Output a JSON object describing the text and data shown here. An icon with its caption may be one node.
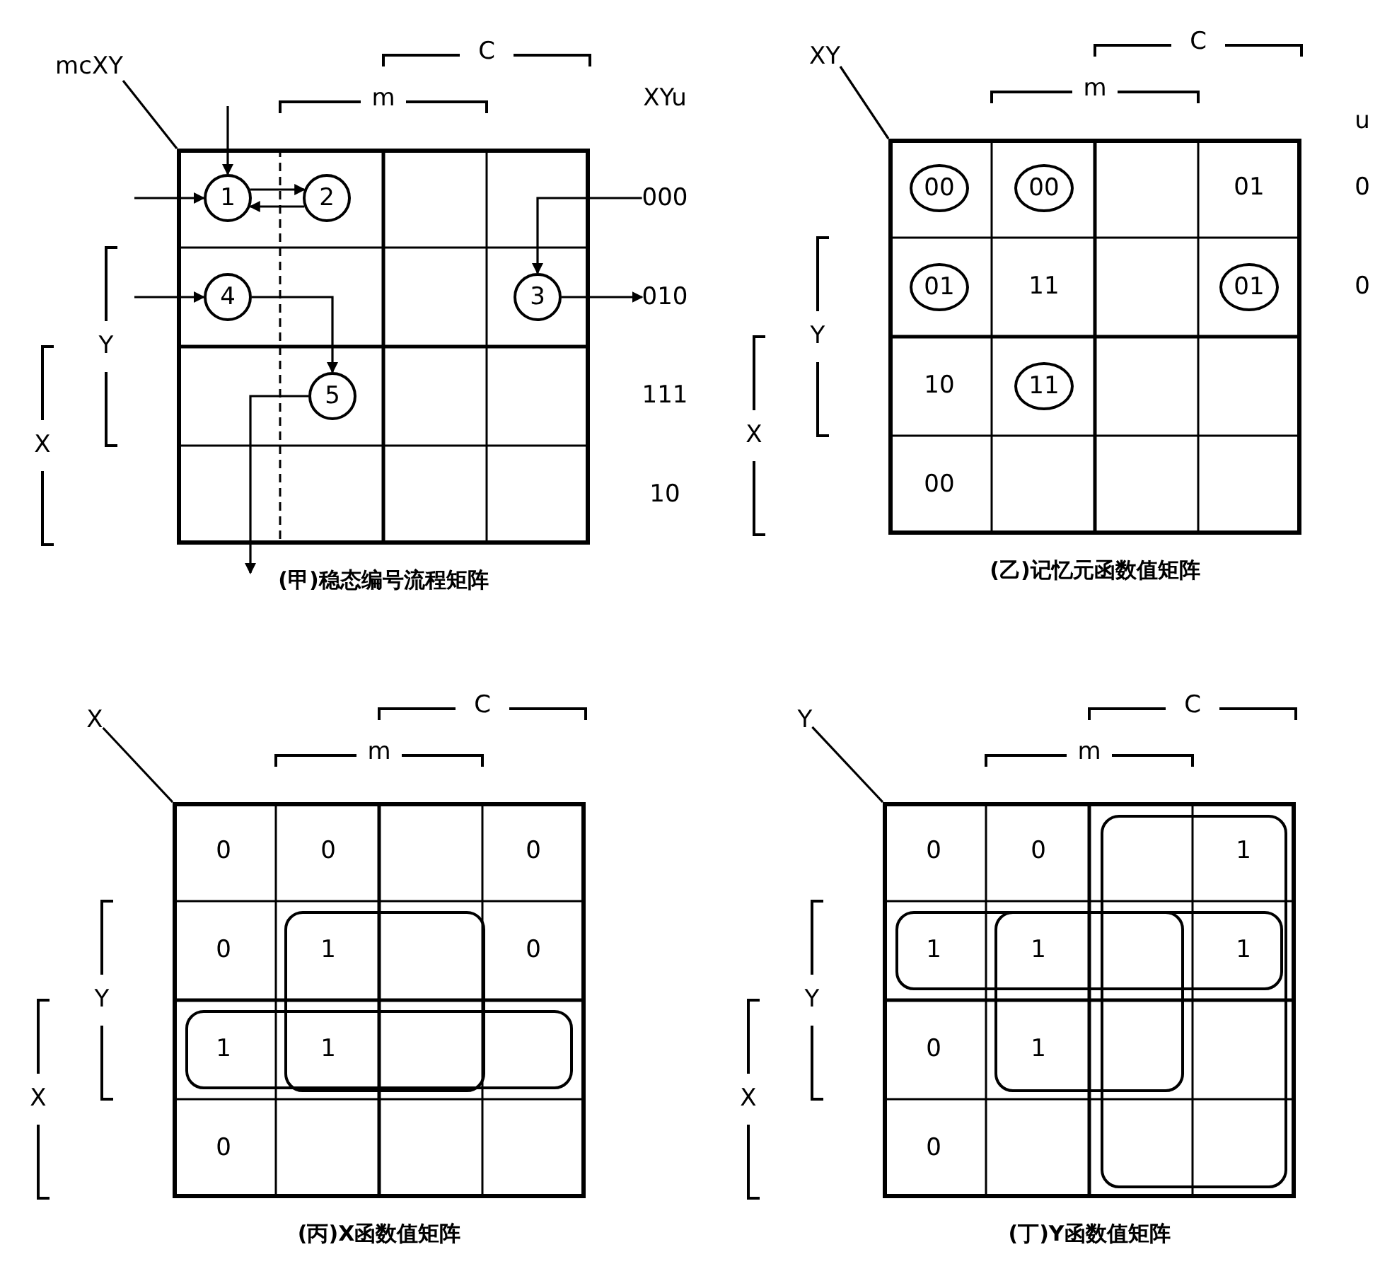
{
  "diagram": {
    "nodes": [
      {
        "text": [],
        "shape": "box"
      },
      {
        "text": [
          "mcXY"
        ]
      },
      {
        "text": [
          "1"
        ],
        "in": 0
      },
      {
        "text": [
          "2"
        ],
        "in": 0
      },
      {
        "text": [
          "3"
        ],
        "in": 0
      },
      {
        "text": [
          "4"
        ],
        "in": 0
      },
      {
        "text": [
          "5"
        ],
        "in": 0
      },
      {
        "text": [
          "000"
        ]
      },
      {
        "text": [
          "010"
        ]
      },
      {
        "text": [],
        "shape": "box"
      },
      {
        "text": [
          "XY"
        ]
      },
      {
        "text": [
          "00"
        ],
        "in": 9
      },
      {
        "text": [
          "00"
        ],
        "in": 9
      },
      {
        "text": [
          "01"
        ],
        "in": 9
      },
      {
        "text": [
          "01"
        ],
        "in": 9
      },
      {
        "text": [
          "11"
        ],
        "in": 9
      },
      {
        "text": [],
        "shape": "box"
      },
      {
        "text": [
          "X"
        ]
      },
      {
        "text": [],
        "shape": "box"
      },
      {
        "text": [
          "Y"
        ]
      }
    ],
    "edges": [
      {
        "from": null,
        "to": 2,
        "arrow": "to"
      },
      {
        "from": null,
        "to": 2,
        "arrow": "to"
      },
      {
        "from": 2,
        "to": 3,
        "arrow": "to"
      },
      {
        "from": 3,
        "to": 2,
        "arrow": "to"
      },
      {
        "from": 7,
        "to": 4,
        "arrow": "to"
      },
      {
        "from": 4,
        "to": 8,
        "arrow": "to"
      },
      {
        "from": null,
        "to": 5,
        "arrow": "to"
      },
      {
        "from": 5,
        "to": 6,
        "arrow": "to"
      },
      {
        "from": 6,
        "to": null,
        "arrow": "to"
      },
      {
        "from": 1,
        "to": 0,
        "arrow": "none"
      },
      {
        "from": 10,
        "to": 9,
        "arrow": "none"
      },
      {
        "from": 17,
        "to": 16,
        "arrow": "none"
      },
      {
        "from": 19,
        "to": 18,
        "arrow": "none"
      }
    ],
    "labels": [
      "C",
      "m",
      "XYu",
      "Y",
      "111",
      "X",
      "10",
      "(甲)稳态编号流程矩阵",
      "C",
      "m",
      "u",
      "01",
      "0",
      "11",
      "0",
      "Y",
      "10",
      "X",
      "00",
      "(乙)记忆元函数值矩阵",
      "C",
      "m",
      "0",
      "0",
      "0",
      "0",
      "1",
      "0",
      "Y",
      "1",
      "1",
      "X",
      "0",
      "(丙)X函数值矩阵",
      "C",
      "m",
      "0",
      "0",
      "1",
      "1",
      "1",
      "1",
      "Y",
      "0",
      "1",
      "X",
      "0",
      "(丁)Y函数值矩阵"
    ]
  }
}
